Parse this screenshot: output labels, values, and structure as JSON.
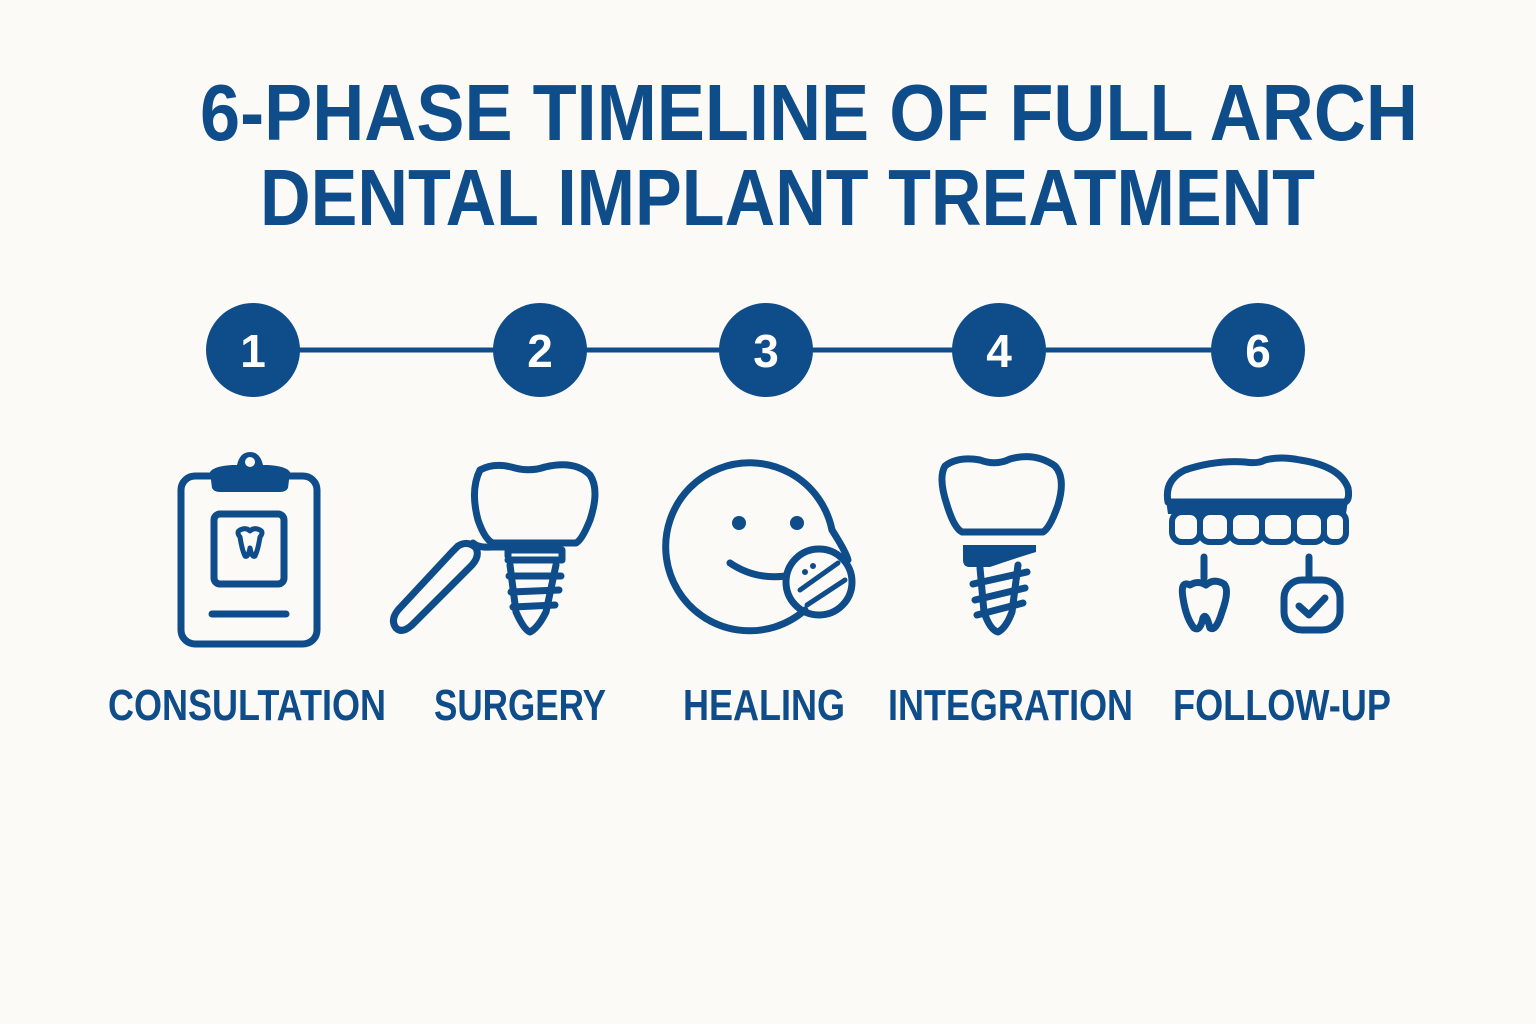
{
  "title": {
    "line1": "6-PHASE TIMELINE OF FULL ARCH",
    "line2": "DENTAL IMPLANT TREATMENT"
  },
  "colors": {
    "primary": "#0f4c8a",
    "background": "#fbfaf6",
    "number_text": "#ffffff"
  },
  "phases": [
    {
      "number": "1",
      "label": "CONSULTATION",
      "icon": "clipboard-tooth-icon"
    },
    {
      "number": "2",
      "label": "SURGERY",
      "icon": "implant-with-tool-icon"
    },
    {
      "number": "3",
      "label": "HEALING",
      "icon": "smiley-with-pill-icon"
    },
    {
      "number": "4",
      "label": "INTEGRATION",
      "icon": "dental-implant-icon"
    },
    {
      "number": "6",
      "label": "FOLLOW-UP",
      "icon": "full-arch-denture-check-icon"
    }
  ]
}
